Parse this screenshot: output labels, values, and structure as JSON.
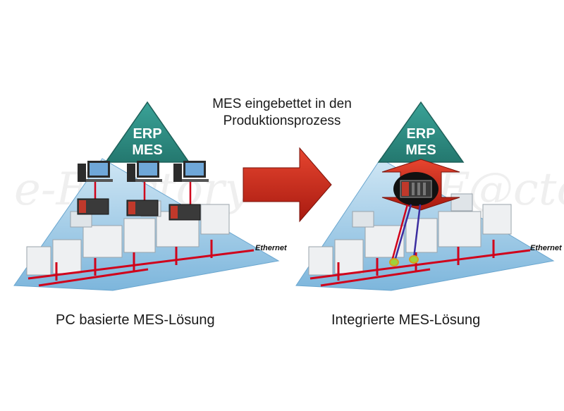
{
  "title_line1": "MES eingebettet in den",
  "title_line2": "Produktionsprozess",
  "left": {
    "pyramid_line1": "ERP",
    "pyramid_line2": "MES",
    "network_label": "Ethernet",
    "caption": "PC basierte MES-Lösung"
  },
  "right": {
    "pyramid_line1": "ERP",
    "pyramid_line2": "MES",
    "network_label": "Ethernet",
    "caption": "Integrierte MES-Lösung"
  },
  "watermark": "e-F@ctory",
  "colors": {
    "pyramid": "#2f8f86",
    "floor": "#8fc3e2",
    "network": "#d0021b",
    "arrow": "#d0281c",
    "plc": "#c0392b"
  }
}
